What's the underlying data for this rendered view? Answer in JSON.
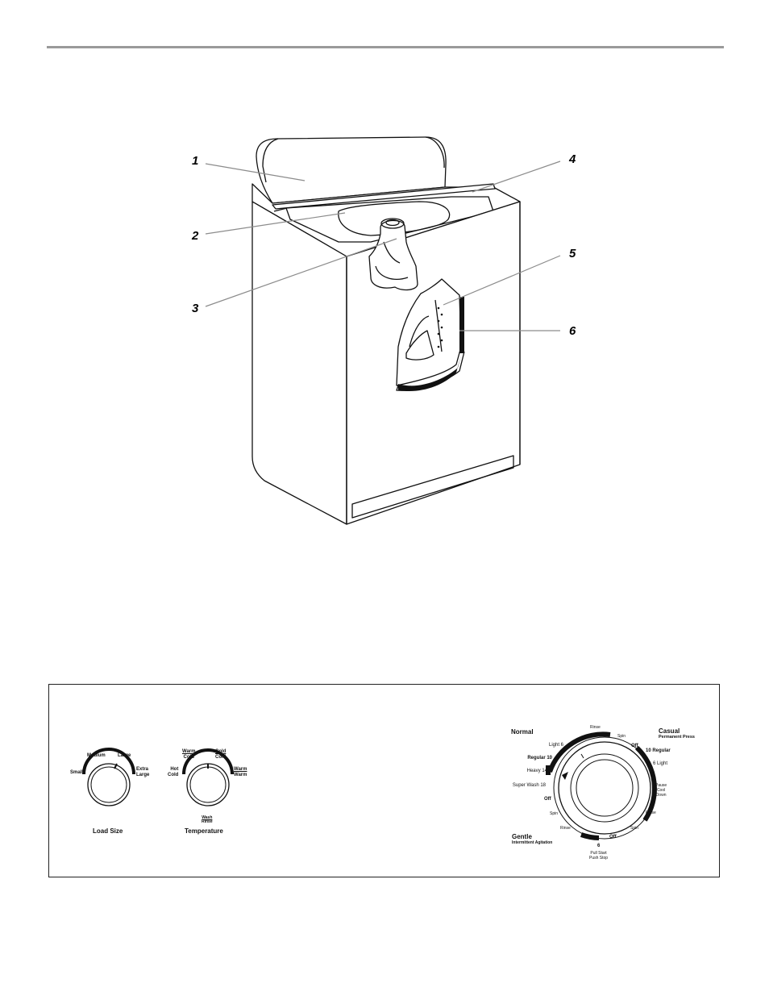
{
  "callouts": [
    "1",
    "2",
    "3",
    "4",
    "5",
    "6"
  ],
  "load_size": {
    "options": [
      "Small",
      "Medium",
      "Large",
      "Extra",
      "Large"
    ],
    "caption": "Load Size"
  },
  "temperature": {
    "options": [
      {
        "wash": "Hot",
        "rinse": "Cold"
      },
      {
        "wash": "Warm",
        "rinse": "Cold"
      },
      {
        "wash": "Cold",
        "rinse": "Cold"
      },
      {
        "wash": "Warm",
        "rinse": "Warm"
      }
    ],
    "legend_wash": "Wash",
    "legend_rinse": "Rinse",
    "caption": "Temperature"
  },
  "cycle": {
    "normal": {
      "title": "Normal",
      "items": [
        "Light  6",
        "Regular  10",
        "Heavy  14",
        "Super Wash 18",
        "Off"
      ]
    },
    "casual": {
      "title": "Casual",
      "subtitle": "Permanent Press",
      "items": [
        "Off",
        "10  Regular",
        "6  Light"
      ]
    },
    "gentle": {
      "title": "Gentle",
      "subtitle": "Intermittent Agitation"
    },
    "ring": {
      "rinse_top": "Rinse",
      "spin_top": "Spin",
      "pause": [
        "Pause",
        "Cool",
        "Down"
      ],
      "rinse_right": "Rinse",
      "spin_right": "Spin",
      "off_bottom": "Off",
      "six_bottom": "6",
      "rinse_bottom": "Rinse",
      "spin_bottom": "Spin",
      "pull_push": [
        "Pull Start",
        "Push Stop"
      ]
    }
  }
}
